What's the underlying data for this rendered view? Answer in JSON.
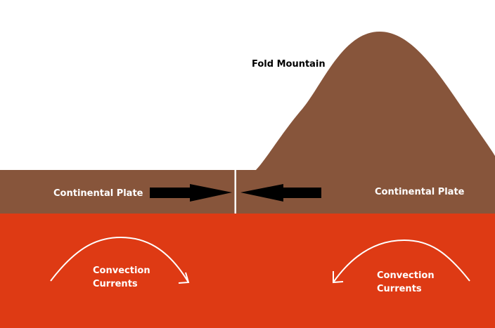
{
  "diagram": {
    "labels": {
      "fold_mountain": "Fold Mountain",
      "left_plate": "Continental Plate",
      "right_plate": "Continental Plate",
      "left_currents": [
        "Convection",
        "Currents"
      ],
      "right_currents": [
        "Convection",
        "Currents"
      ]
    },
    "colors": {
      "background": "#ffffff",
      "crust": "#87553b",
      "mantle": "#de3a14",
      "arrow": "#000000",
      "boundary_line": "#ffffff",
      "current_arrow": "#ffffff",
      "plate_text": "#ffffff",
      "mountain_text": "#000000"
    }
  }
}
